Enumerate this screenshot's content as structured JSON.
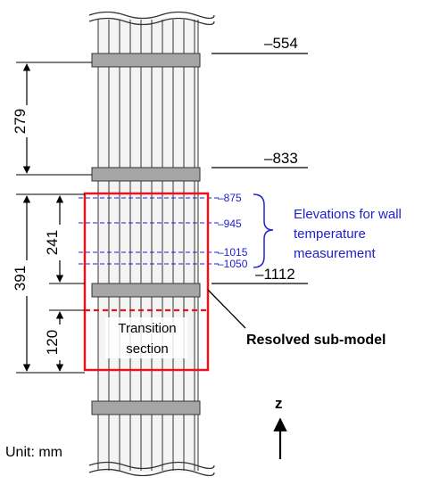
{
  "elevations": {
    "top": "–554",
    "upper_spacer": "–833",
    "lower_spacer": "–1112"
  },
  "dimensions": {
    "span_279": "279",
    "span_391": "391",
    "span_241": "241",
    "span_120": "120"
  },
  "measurement_elevations": [
    "–875",
    "–945",
    "–1015",
    "–1050"
  ],
  "annotations": {
    "elevations_note_line1": "Elevations for wall",
    "elevations_note_line2": "temperature",
    "elevations_note_line3": "measurement",
    "transition_line1": "Transition",
    "transition_line2": "section",
    "submodel_label": "Resolved sub-model",
    "unit": "Unit: mm",
    "axis_label": "z"
  },
  "colors": {
    "submodel_box": "#e8141b",
    "measurement_lines": "#2020d0",
    "spacer_grid": "#a6a6a6"
  }
}
